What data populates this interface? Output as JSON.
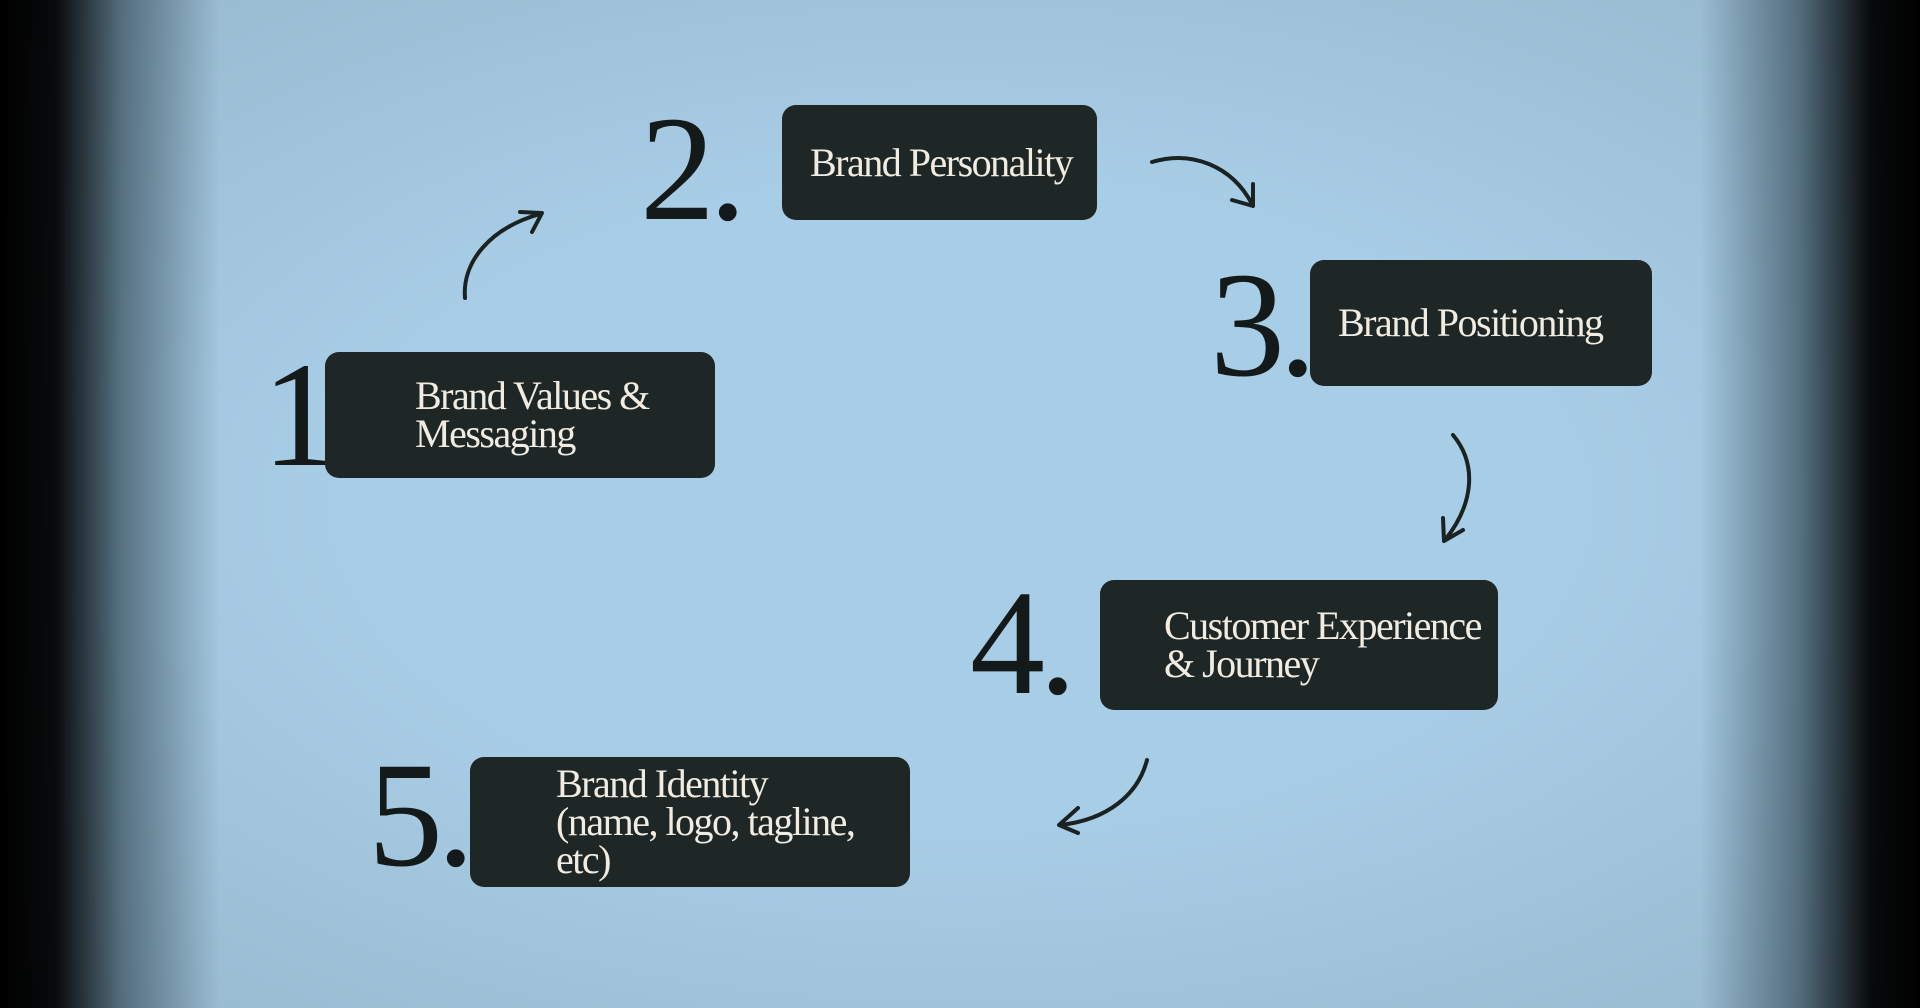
{
  "steps": [
    {
      "number": "1",
      "label": "Brand Values &\nMessaging"
    },
    {
      "number": "2.",
      "label": "Brand Personality"
    },
    {
      "number": "3.",
      "label": "Brand Positioning"
    },
    {
      "number": "4.",
      "label": "Customer Experience\n& Journey"
    },
    {
      "number": "5.",
      "label": "Brand Identity\n(name, logo, tagline,\netc)"
    }
  ],
  "colors": {
    "background": "#a8cde6",
    "box": "#1e2626",
    "box_text": "#f1ece2",
    "number": "#141a1a",
    "edge": "#000000"
  }
}
